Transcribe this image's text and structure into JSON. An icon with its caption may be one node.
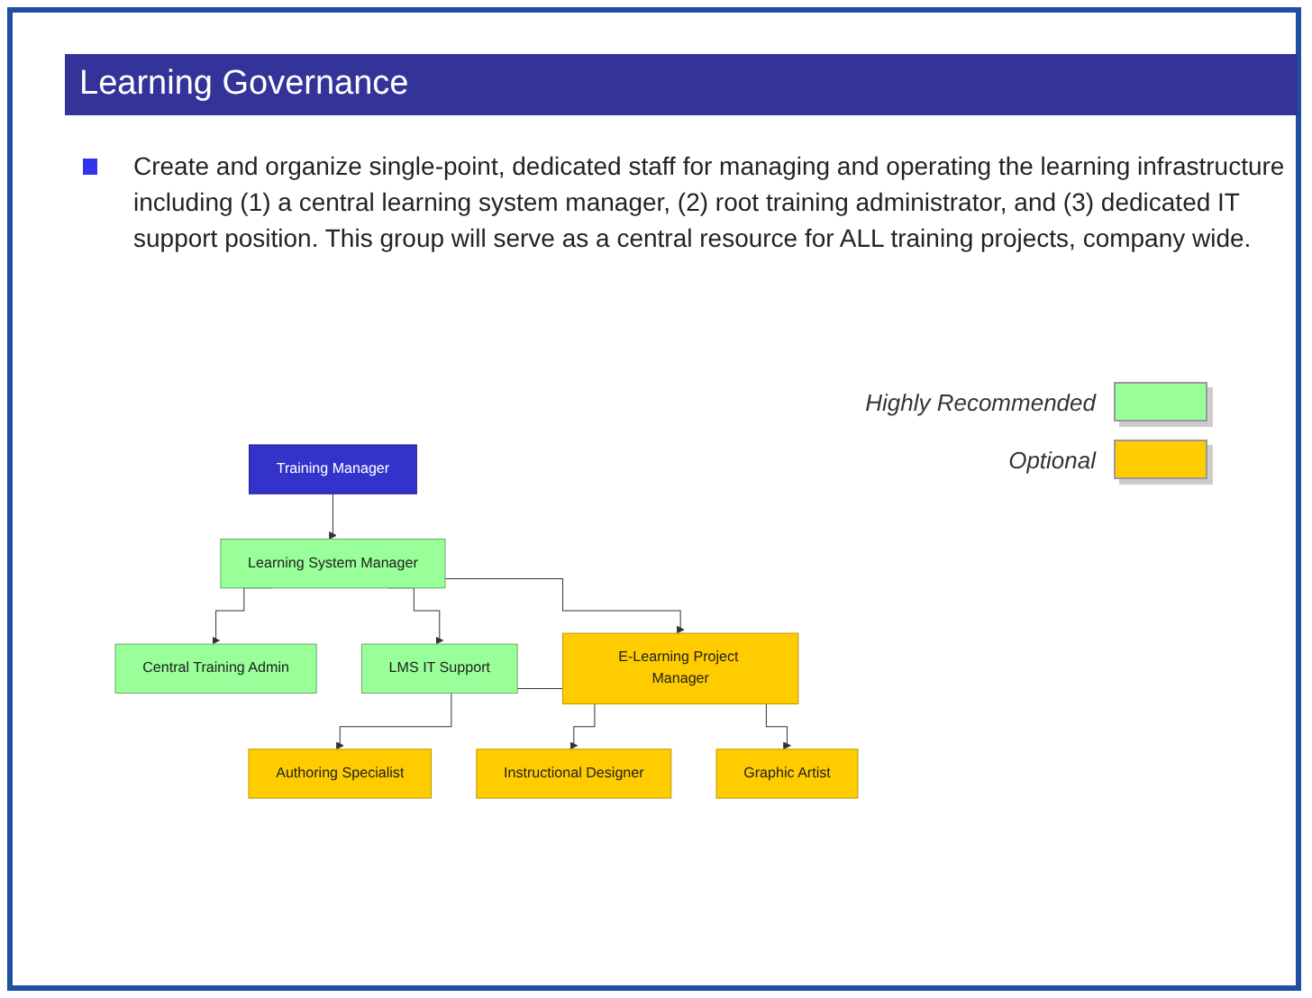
{
  "diagram": {
    "title": "Learning Governance",
    "nodes": [
      {
        "text": [
          "Training Manager"
        ]
      },
      {
        "text": [
          "Learning System Manager"
        ]
      },
      {
        "text": [
          "Central Training Admin"
        ]
      },
      {
        "text": [
          "LMS IT Support"
        ]
      },
      {
        "text": [
          "E-Learning Project Manager"
        ]
      },
      {
        "text": [
          "Authoring Specialist"
        ]
      },
      {
        "text": [
          "Instructional Designer"
        ]
      },
      {
        "text": [
          "Graphic Artist"
        ]
      }
    ],
    "edges": [
      {
        "from": 0,
        "to": 1,
        "arrow": "to"
      },
      {
        "from": 1,
        "to": 2,
        "arrow": "to"
      },
      {
        "from": 1,
        "to": 3,
        "arrow": "to"
      },
      {
        "from": 1,
        "to": 4,
        "arrow": "to"
      },
      {
        "from": 4,
        "to": 5,
        "arrow": "to"
      },
      {
        "from": 4,
        "to": 6,
        "arrow": "to"
      },
      {
        "from": 4,
        "to": 7,
        "arrow": "to"
      }
    ],
    "labels": [
      "Create and organize single-point, dedicated staff for managing and operating the learning infrastructure including (1) a central learning system manager, (2) root training administrator, and (3) dedicated IT support position. This group will serve as a central resource for ALL training projects, company wide."
    ],
    "legend": [
      {
        "text": "Highly Recommended",
        "color": "#99ff99"
      },
      {
        "text": "Optional",
        "color": "#ffcc00"
      }
    ]
  }
}
